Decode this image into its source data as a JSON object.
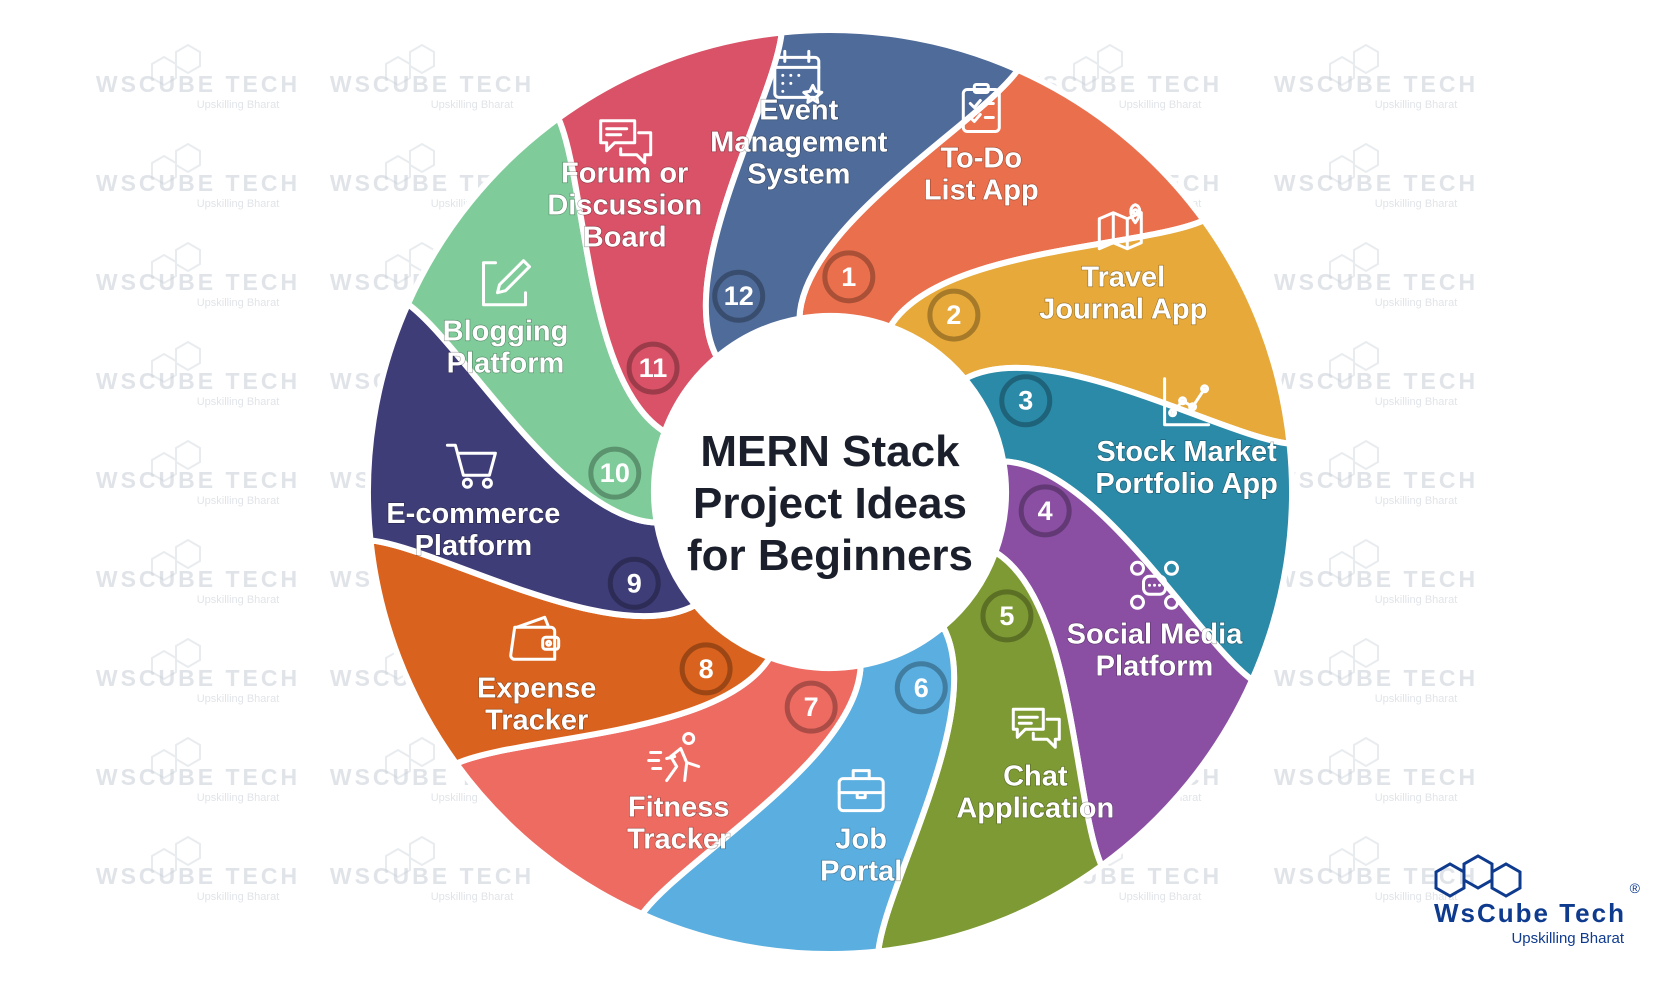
{
  "center_title": [
    "MERN Stack",
    "Project Ideas",
    "for Beginners"
  ],
  "watermark": {
    "brand": "WsCube Tech",
    "tagline": "Upskilling Bharat"
  },
  "logo": {
    "brand": "WsCube Tech",
    "tagline": "Upskilling Bharat",
    "registered": "®"
  },
  "segments": [
    {
      "number": "1",
      "lines": [
        "To-Do",
        "List App"
      ],
      "color": "#ea6f4d",
      "icon": "checklist-icon"
    },
    {
      "number": "2",
      "lines": [
        "Travel",
        "Journal App"
      ],
      "color": "#e6a93a",
      "icon": "map-icon"
    },
    {
      "number": "3",
      "lines": [
        "Stock Market",
        "Portfolio App"
      ],
      "color": "#2a8aa8",
      "icon": "line-chart-icon"
    },
    {
      "number": "4",
      "lines": [
        "Social Media",
        "Platform"
      ],
      "color": "#8a4fa3",
      "icon": "network-icon"
    },
    {
      "number": "5",
      "lines": [
        "Chat",
        "Application"
      ],
      "color": "#7e9a34",
      "icon": "chat-icon"
    },
    {
      "number": "6",
      "lines": [
        "Job",
        "Portal"
      ],
      "color": "#5aaee0",
      "icon": "briefcase-icon"
    },
    {
      "number": "7",
      "lines": [
        "Fitness",
        "Tracker"
      ],
      "color": "#ee6b62",
      "icon": "runner-icon"
    },
    {
      "number": "8",
      "lines": [
        "Expense",
        "Tracker"
      ],
      "color": "#d9621e",
      "icon": "wallet-icon"
    },
    {
      "number": "9",
      "lines": [
        "E-commerce",
        "Platform"
      ],
      "color": "#3f3d78",
      "icon": "cart-icon"
    },
    {
      "number": "10",
      "lines": [
        "Blogging",
        "Platform"
      ],
      "color": "#7fcc9a",
      "icon": "edit-icon"
    },
    {
      "number": "11",
      "lines": [
        "Forum or",
        "Discussion",
        "Board"
      ],
      "color": "#d95267",
      "icon": "discussion-icon"
    },
    {
      "number": "12",
      "lines": [
        "Event",
        "Management",
        "System"
      ],
      "color": "#4f6b99",
      "icon": "calendar-icon"
    }
  ]
}
